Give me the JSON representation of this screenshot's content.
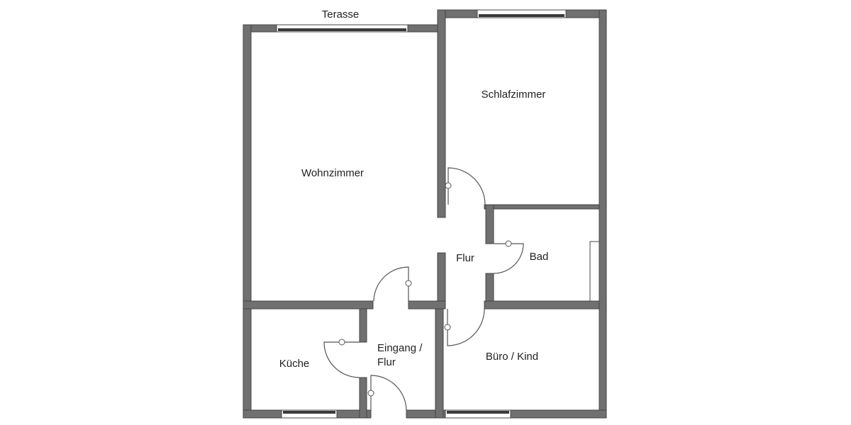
{
  "labels": {
    "terrace": "Terasse",
    "bedroom": "Schlafzimmer",
    "living": "Wohnzimmer",
    "hall": "Flur",
    "bath": "Bad",
    "kitchen": "Küche",
    "entrance_line1": "Eingang /",
    "entrance_line2": "Flur",
    "office": "Büro / Kind"
  },
  "colors": {
    "wall": "#707070",
    "outline": "#454545"
  }
}
